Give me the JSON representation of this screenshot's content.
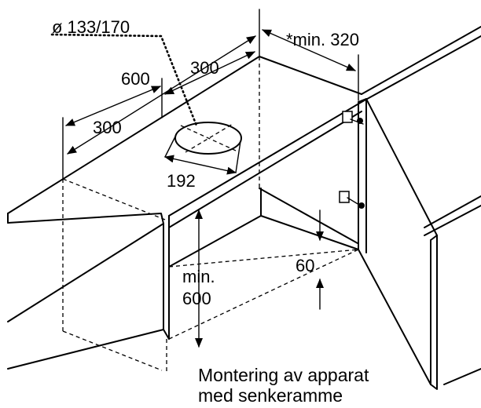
{
  "labels": {
    "diameter": "ø 133/170",
    "min_320": "*min. 320",
    "w600": "600",
    "w300_top": "300",
    "w300_left": "300",
    "d192": "192",
    "min": "min.",
    "min_600": "600",
    "d60": "60"
  },
  "caption": {
    "line1": "Montering av apparat",
    "line2": "med senkeramme"
  }
}
